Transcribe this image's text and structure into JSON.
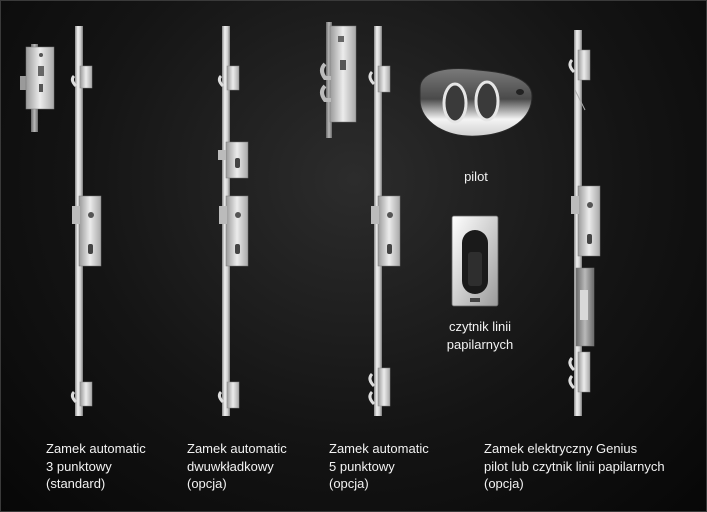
{
  "products": [
    {
      "id": "automatic-3",
      "lines": [
        "Zamek automatic",
        "3 punktowy",
        "(standard)"
      ]
    },
    {
      "id": "automatic-dual",
      "lines": [
        "Zamek automatic",
        "dwuwkładkowy",
        "(opcja)"
      ]
    },
    {
      "id": "automatic-5",
      "lines": [
        "Zamek automatic",
        "5 punktowy",
        "(opcja)"
      ]
    },
    {
      "id": "genius",
      "lines": [
        "Zamek elektryczny Genius",
        "pilot lub czytnik linii papilarnych",
        "(opcja)"
      ]
    }
  ],
  "accessories": {
    "remote_label": "pilot",
    "reader_label_lines": [
      "czytnik linii",
      "papilarnych"
    ]
  },
  "colors": {
    "background": "#141414",
    "metal": "#d9d9d9",
    "text": "#f2f2f2"
  }
}
